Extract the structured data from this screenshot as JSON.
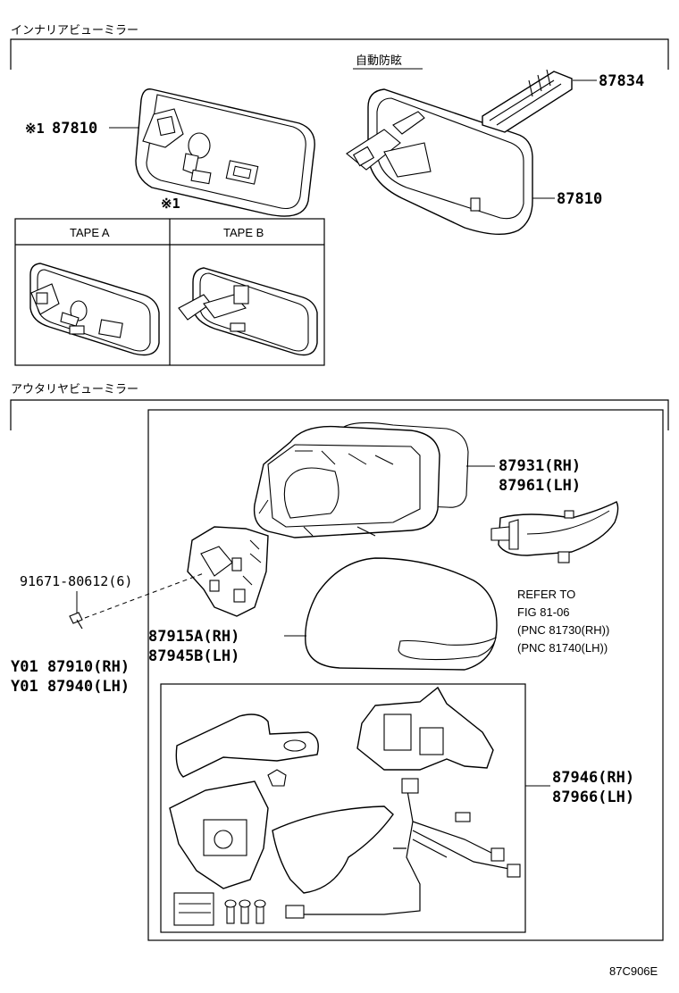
{
  "sections": {
    "interior": {
      "title": "インナリアビューミラー",
      "auto_dimming_label": "自動防眩",
      "parts": {
        "left_mirror": {
          "mark": "※1",
          "number": "87810"
        },
        "bracket": {
          "number": "87834"
        },
        "auto_mirror": {
          "number": "87810"
        }
      },
      "tape_note_mark": "※1",
      "tape_table": {
        "col_a": "TAPE A",
        "col_b": "TAPE B"
      }
    },
    "exterior": {
      "title": "アウタリヤビューミラー",
      "cover": {
        "rh": "87931(RH)",
        "lh": "87961(LH)"
      },
      "bolt": {
        "number": "91671-80612(6)"
      },
      "assembly": {
        "rh": "Y01 87910(RH)",
        "lh": "Y01 87940(LH)"
      },
      "mirror_glass": {
        "rh": "87915A(RH)",
        "lh": "87945B(LH)"
      },
      "refer": {
        "line1": "REFER TO",
        "line2": "FIG 81-06",
        "line3": "(PNC 81730(RH))",
        "line4": "(PNC 81740(LH))"
      },
      "sub_assembly": {
        "rh": "87946(RH)",
        "lh": "87966(LH)"
      }
    }
  },
  "figure_code": "87C906E"
}
